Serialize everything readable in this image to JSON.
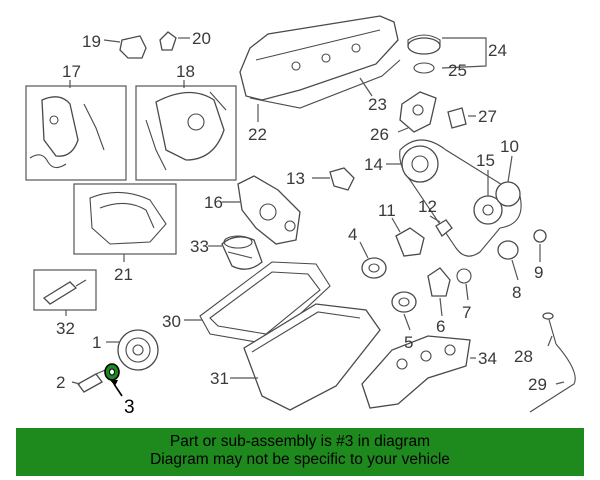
{
  "callouts": [
    "1",
    "2",
    "3",
    "4",
    "5",
    "6",
    "7",
    "8",
    "9",
    "10",
    "11",
    "12",
    "13",
    "14",
    "15",
    "16",
    "17",
    "18",
    "19",
    "20",
    "21",
    "22",
    "23",
    "24",
    "25",
    "26",
    "27",
    "28",
    "29",
    "30",
    "31",
    "32",
    "33",
    "34"
  ],
  "highlight_callout": "3",
  "colors": {
    "banner_bg": "#1e8a1e",
    "highlight_part": "#1e8a1e",
    "line": "#555555"
  },
  "banner": {
    "line1": "Part or sub-assembly is #3 in diagram",
    "line2": "Diagram may not be specific to your vehicle"
  }
}
